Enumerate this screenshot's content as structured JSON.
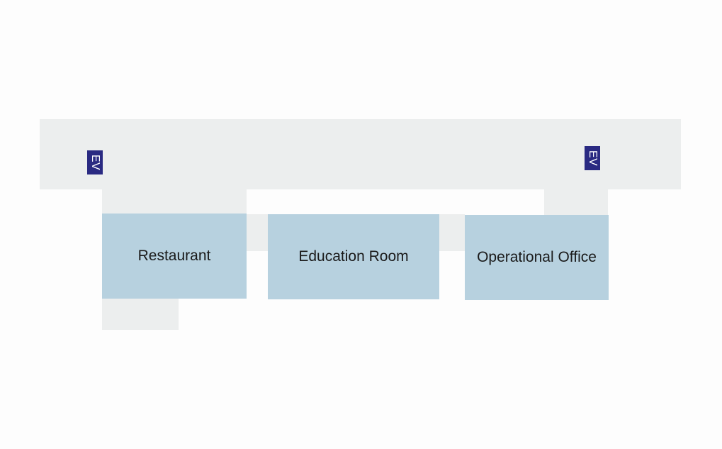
{
  "rooms": {
    "restaurant": "Restaurant",
    "education": "Education Room",
    "office": "Operational Office"
  },
  "elevators": {
    "left": "EV",
    "right": "EV"
  },
  "colors": {
    "corridor": "#eceeee",
    "room": "#b7d1df",
    "elevator": "#2a2a82",
    "background": "#fdfdfd"
  }
}
